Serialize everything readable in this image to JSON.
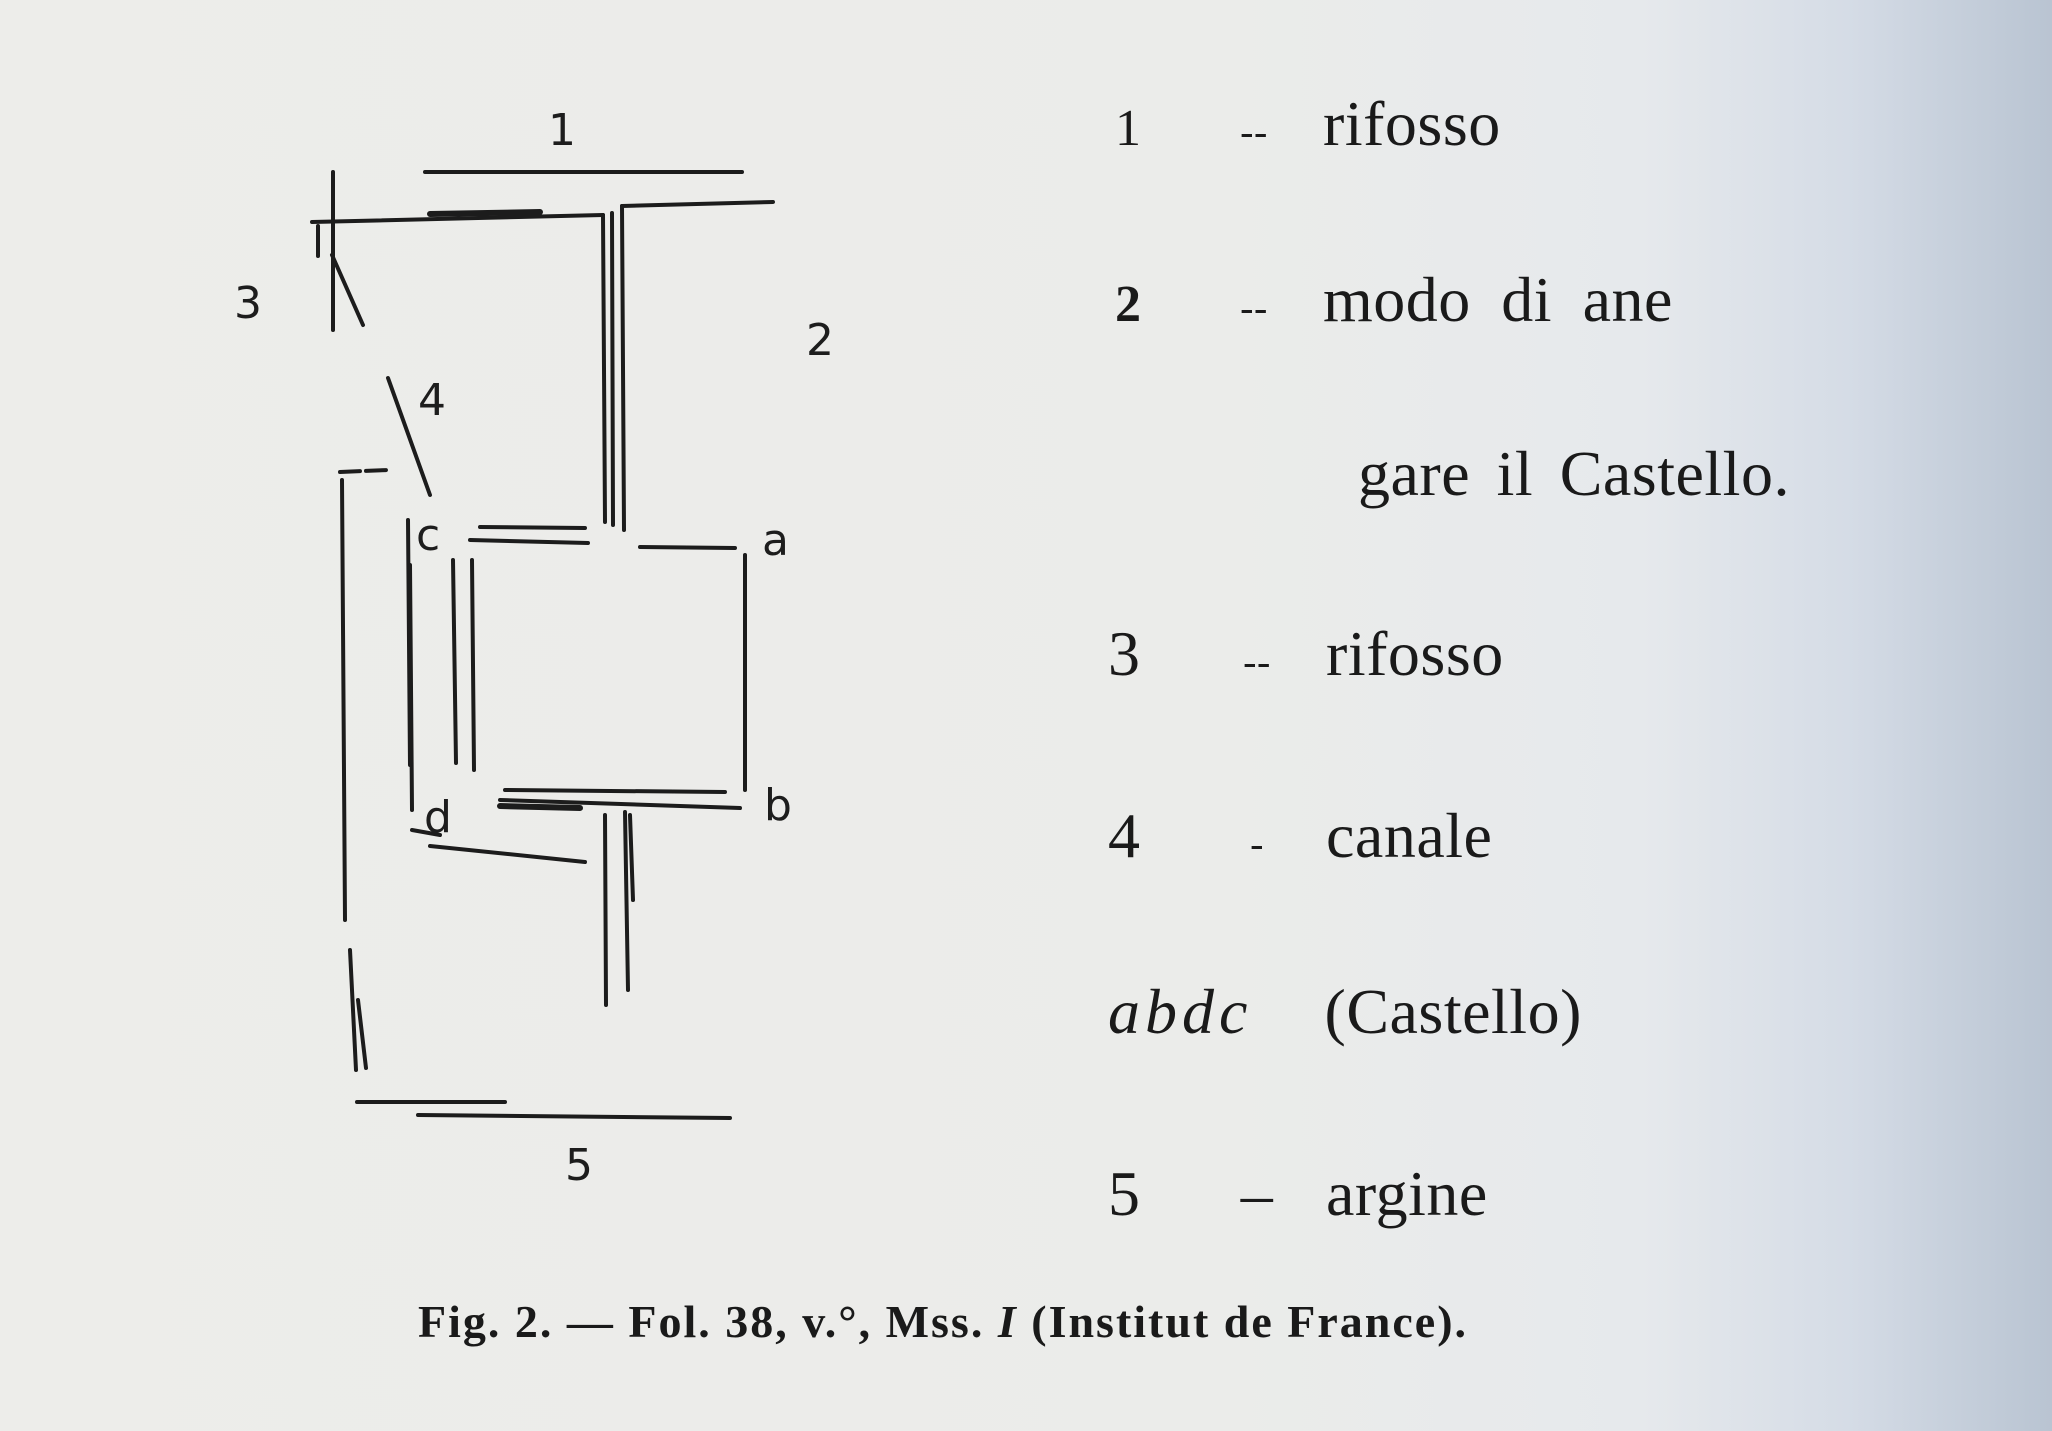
{
  "sketch": {
    "labels": {
      "l1": "1",
      "l2": "2",
      "l3": "3",
      "l4": "4",
      "l5": "5",
      "la": "a",
      "lb": "b",
      "lc": "c",
      "ld": "d"
    }
  },
  "legend": [
    {
      "num": "1",
      "dash": "--",
      "term": "rifosso"
    },
    {
      "num": "2",
      "dash": "--",
      "term": "modo di ane"
    },
    {
      "num": "",
      "dash": "",
      "term": "gare il Castello."
    },
    {
      "num": "3",
      "dash": "--",
      "term": "rifosso"
    },
    {
      "num": "4",
      "dash": "-",
      "term": "canale"
    },
    {
      "num": "abdc",
      "dash": "",
      "term": "(Castello)"
    },
    {
      "num": "5",
      "dash": "–",
      "term": "argine"
    }
  ],
  "caption": {
    "prefix": "Fig. 2. — Fol. 38, v.°, Mss.",
    "ms": "I",
    "suffix": "(Institut de France)."
  }
}
